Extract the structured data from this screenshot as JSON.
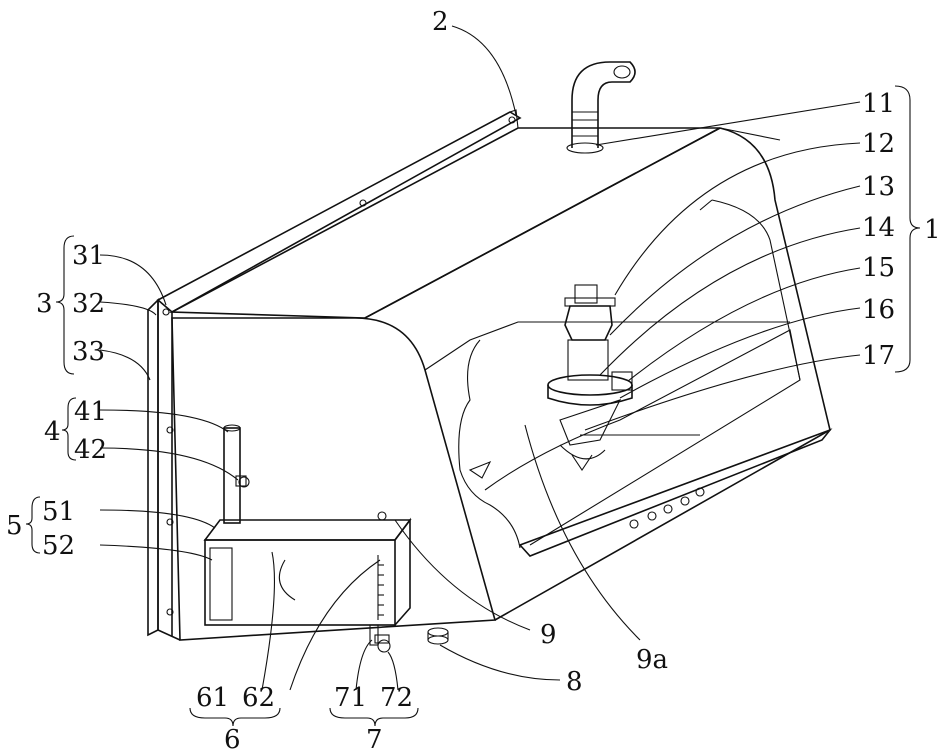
{
  "labels": {
    "l1": "1",
    "l2": "2",
    "l3": "3",
    "l4": "4",
    "l5": "5",
    "l6": "6",
    "l7": "7",
    "l8": "8",
    "l9": "9",
    "l9a": "9a",
    "l11": "11",
    "l12": "12",
    "l13": "13",
    "l14": "14",
    "l15": "15",
    "l16": "16",
    "l17": "17",
    "l31": "31",
    "l32": "32",
    "l33": "33",
    "l41": "41",
    "l42": "42",
    "l51": "51",
    "l52": "52",
    "l61": "61",
    "l62": "62",
    "l71": "71",
    "l72": "72"
  }
}
